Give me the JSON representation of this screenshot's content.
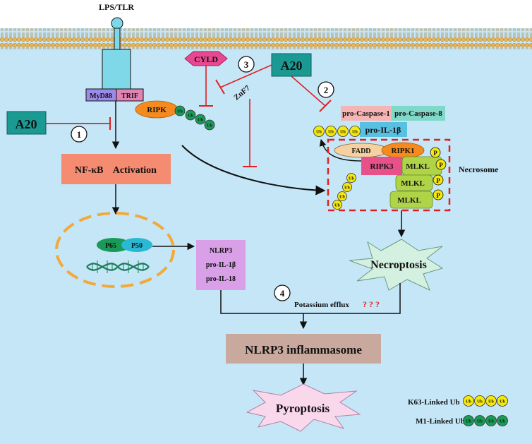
{
  "membrane": {
    "receptor_label": "LPS/TLR",
    "myd88": "MyD88",
    "trif": "TRIF",
    "ripk": "RIPK"
  },
  "regulators": {
    "a20_left": "A20",
    "a20_top": "A20",
    "cyld": "CYLD",
    "znf7": "ZnF7"
  },
  "pathway_numbers": [
    "1",
    "2",
    "3",
    "4"
  ],
  "nfkb": {
    "label": "NF-κB    Activation"
  },
  "nucleus": {
    "p65": "P65",
    "p50": "P50"
  },
  "transcripts": [
    "NLRP3",
    "pro-IL-1β",
    "pro-IL-18"
  ],
  "caspase_complex": {
    "casp1": "pro-Caspase-1",
    "casp8": "pro-Caspase-8",
    "il1b": "pro-IL-1β"
  },
  "necrosome": {
    "label": "Necrosome",
    "fadd": "FADD",
    "ripk1": "RIPK1",
    "ripk3": "RIPK3",
    "mlkl": [
      "MLKL",
      "MLKL",
      "MLKL"
    ],
    "phospho": "P"
  },
  "ubiquitin_label": "Ub",
  "necroptosis": "Necroptosis",
  "potassium": {
    "label": "Potassium efflux",
    "marks": "? ? ?"
  },
  "inflammasome": "NLRP3 inflammasome",
  "pyroptosis": "Pyroptosis",
  "legend": {
    "k63": "K63-Linked  Ub",
    "m1": "M1-Linked  Ub"
  },
  "colors": {
    "background": "#c5e6f7",
    "membrane_head": "#e8b558",
    "receptor": "#7fd8e8",
    "myd88": "#9b8ae6",
    "trif": "#e084b4",
    "ripk": "#f58a1f",
    "a20": "#1b9a93",
    "cyld": "#e84890",
    "nfkb": "#f58b70",
    "p65": "#1a9a58",
    "p50": "#2ab8d4",
    "nucleus_ring": "#f2a93a",
    "transcripts": "#d9a0e8",
    "casp1": "#f5b5b5",
    "casp8": "#7fd8c8",
    "il1b": "#58c0e0",
    "fadd": "#f5d0a0",
    "ripk1": "#f58a1f",
    "ripk3": "#e8508a",
    "mlkl": "#b0d448",
    "k63_ub": "#f5e80c",
    "m1_ub": "#1a9a58",
    "necroptosis": "#d4f0e0",
    "inflammasome": "#c9a89e",
    "pyroptosis": "#fad8ec",
    "inhibit": "#e02020",
    "necrosome_border": "#e02020",
    "question_mark": "#e02020"
  }
}
